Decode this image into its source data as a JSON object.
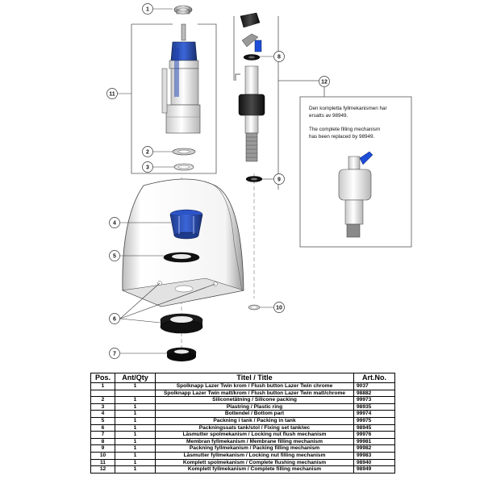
{
  "callouts": [
    {
      "num": "1"
    },
    {
      "num": "2"
    },
    {
      "num": "3"
    },
    {
      "num": "4"
    },
    {
      "num": "5"
    },
    {
      "num": "6"
    },
    {
      "num": "7"
    },
    {
      "num": "8"
    },
    {
      "num": "9"
    },
    {
      "num": "10"
    },
    {
      "num": "11"
    },
    {
      "num": "12"
    }
  ],
  "note": {
    "sv_line1": "Den kompletta fyllmekanismen har",
    "sv_line2": "ersatts av 98949.",
    "en_line1": "The complete filling mechanism",
    "en_line2": "has been replaced by 98949."
  },
  "table": {
    "headers": {
      "pos": "Pos.",
      "qty": "Ant/Qty",
      "title": "Titel / Title",
      "artno": "Art.No."
    },
    "rows": [
      {
        "pos": "1",
        "qty": "1",
        "title": "Spolknapp Lazer Twin krom / Flush button Lazer Twin chrome",
        "artno": "9037"
      },
      {
        "pos": "",
        "qty": "",
        "title": "Spolknapp Lazer Twin matt/krom / Flush button Lazer Twin matt/chrome",
        "artno": "98882"
      },
      {
        "pos": "2",
        "qty": "1",
        "title": "Siliconetätning / Silicone packing",
        "artno": "99973"
      },
      {
        "pos": "3",
        "qty": "1",
        "title": "Plastring / Plastic ring",
        "artno": "98935"
      },
      {
        "pos": "4",
        "qty": "1",
        "title": "Bottendel / Bottom part",
        "artno": "99974"
      },
      {
        "pos": "5",
        "qty": "1",
        "title": "Packning i tank / Packing in tank",
        "artno": "99975"
      },
      {
        "pos": "6",
        "qty": "1",
        "title": "Packningssats tank/stol / Fixing set tank/wc",
        "artno": "98945"
      },
      {
        "pos": "7",
        "qty": "1",
        "title": "Låsmutter spolmekanism / Locking nut flush mechanism",
        "artno": "99976"
      },
      {
        "pos": "8",
        "qty": "1",
        "title": "Membran fyllmekanism / Membrane filling mechanism",
        "artno": "99981"
      },
      {
        "pos": "9",
        "qty": "1",
        "title": "Packning fyllmekanism / Packing filling mechanism",
        "artno": "99982"
      },
      {
        "pos": "10",
        "qty": "1",
        "title": "Låsmutter fyllmekanism / Locking nut filling mechanism",
        "artno": "99983"
      },
      {
        "pos": "11",
        "qty": "1",
        "title": "Komplett spolmekanism / Complete flushing mechanism",
        "artno": "98940"
      },
      {
        "pos": "12",
        "qty": "1",
        "title": "Komplett fyllmekanism / Complete filling mechanism",
        "artno": "98949"
      }
    ]
  }
}
